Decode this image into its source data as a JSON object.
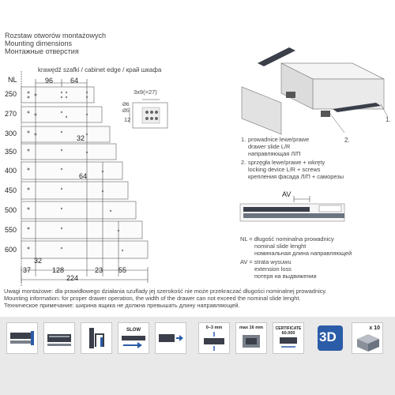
{
  "header": {
    "title_pl": "Rozstaw otworów montażowych",
    "title_en": "Mounting dimensions",
    "title_ru": "Монтажные отверстия"
  },
  "drawing": {
    "nl_label": "NL",
    "edge_label": "krawędź szafki / cabinet edge / край шкафа",
    "top_dims": [
      "96",
      "64"
    ],
    "hole_spec": "3x9(=27)",
    "hole_diameters": [
      "Ø6",
      "Ø5"
    ],
    "hole_height": "12",
    "nl_values": [
      "250",
      "270",
      "300",
      "350",
      "400",
      "450",
      "500",
      "550",
      "600"
    ],
    "inner_dims": {
      "d32_upper": "32",
      "d64": "64",
      "d32_lower": "32"
    },
    "bottom_dims": [
      "37",
      "128",
      "23",
      "55"
    ],
    "total_dim": "224"
  },
  "callouts": {
    "part_1": "1.",
    "part_2": "2."
  },
  "legend": {
    "item1": {
      "number": "1.",
      "pl": "prowadnice lewe/prawe",
      "en": "drawer slide L/R",
      "ru": "направляющая Л/П"
    },
    "item2": {
      "number": "2.",
      "pl": "sprzęgła lewe/prawe + wkręty",
      "en": "locking device L/R + screws",
      "ru": "крепления фасада Л/П + саморезы"
    }
  },
  "av_label": "AV",
  "definitions": {
    "nl": [
      "NL = długość nominalna prowadnicy",
      "nominal slide lenght",
      "номинальная длина направляющей"
    ],
    "av": [
      "AV = strata wysuwu",
      "extension loss",
      "потеря на выдвижении"
    ]
  },
  "notes": {
    "pl": "Uwagi montażowe: dla prawidłowego działania szuflady jej szerokość nie może przekraczać długości nominalnej prowadnicy.",
    "en": "Mounting information: for proper drawer operation, the width of the drawer can not exceed the nominal slide lenght.",
    "ru": "Техническое примечание: ширина ящика не должна превышать длину направляющей."
  },
  "icons": {
    "slow_label": "SLOW",
    "adjust_label": "0–3 mm",
    "max_label": "max 16 mm",
    "certificate_label": "CERTIFICATE",
    "certificate_value": "60.000",
    "three_d_label": "3D",
    "count_label": "x 10"
  },
  "colors": {
    "bottom_bar": "#e9e9e9",
    "rail_dark": "#3a3f4a",
    "accent_blue": "#2a5ca8"
  }
}
